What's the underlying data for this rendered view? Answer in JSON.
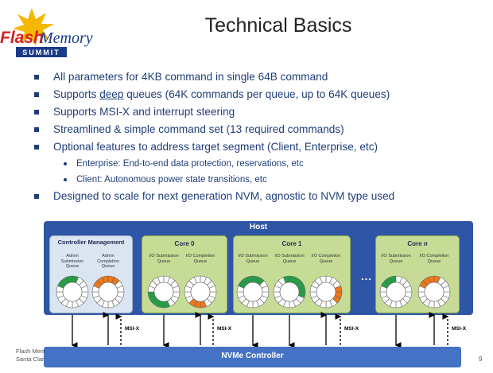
{
  "logo": {
    "text_flash": "Flash",
    "text_memory": "Memory",
    "text_summit": "SUMMIT"
  },
  "title": "Technical Basics",
  "bullets": [
    {
      "text": "All parameters for 4KB command in single 64B command"
    },
    {
      "pre": "Supports ",
      "u": "deep",
      "post": " queues (64K commands per queue, up to 64K queues)"
    },
    {
      "text": "Supports MSI-X and interrupt steering"
    },
    {
      "text": "Streamlined & simple command set (13 required commands)"
    },
    {
      "text": "Optional features to address target segment (Client, Enterprise, etc)"
    },
    {
      "text": "Enterprise: End-to-end data protection, reservations, etc",
      "sub": true
    },
    {
      "text": "Client: Autonomous power state transitions, etc",
      "sub": true
    },
    {
      "text": "Designed to scale for next generation NVM, agnostic to NVM type used"
    }
  ],
  "diagram": {
    "host_label": "Host",
    "controller_label": "NVMe Controller",
    "msi_label": "MSI-X",
    "ellipsis": "...",
    "boxes": [
      {
        "title": "Controller Management",
        "queues": [
          "Admin Submission Queue",
          "Admin Completion Queue"
        ]
      },
      {
        "title": "Core 0",
        "queues": [
          "I/O Submission Queue",
          "I/O Completion Queue"
        ]
      },
      {
        "title": "Core 1",
        "queues": [
          "I/O Submission Queue",
          "I/O Submission Queue",
          "I/O Completion Queue"
        ]
      },
      {
        "title_prefix": "Core ",
        "title_italic": "n",
        "queues": [
          "I/O Submission Queue",
          "I/O Completion Queue"
        ]
      }
    ],
    "colors": {
      "host": "#2f56a6",
      "core_box": "#c6dc96",
      "mgmt_box": "#dbe4f1",
      "submission": "#23a044",
      "completion": "#f07818",
      "controller": "#4472c4"
    }
  },
  "footer": {
    "line1": "Flash Mem",
    "line2": "Santa Clar",
    "page": "9"
  }
}
